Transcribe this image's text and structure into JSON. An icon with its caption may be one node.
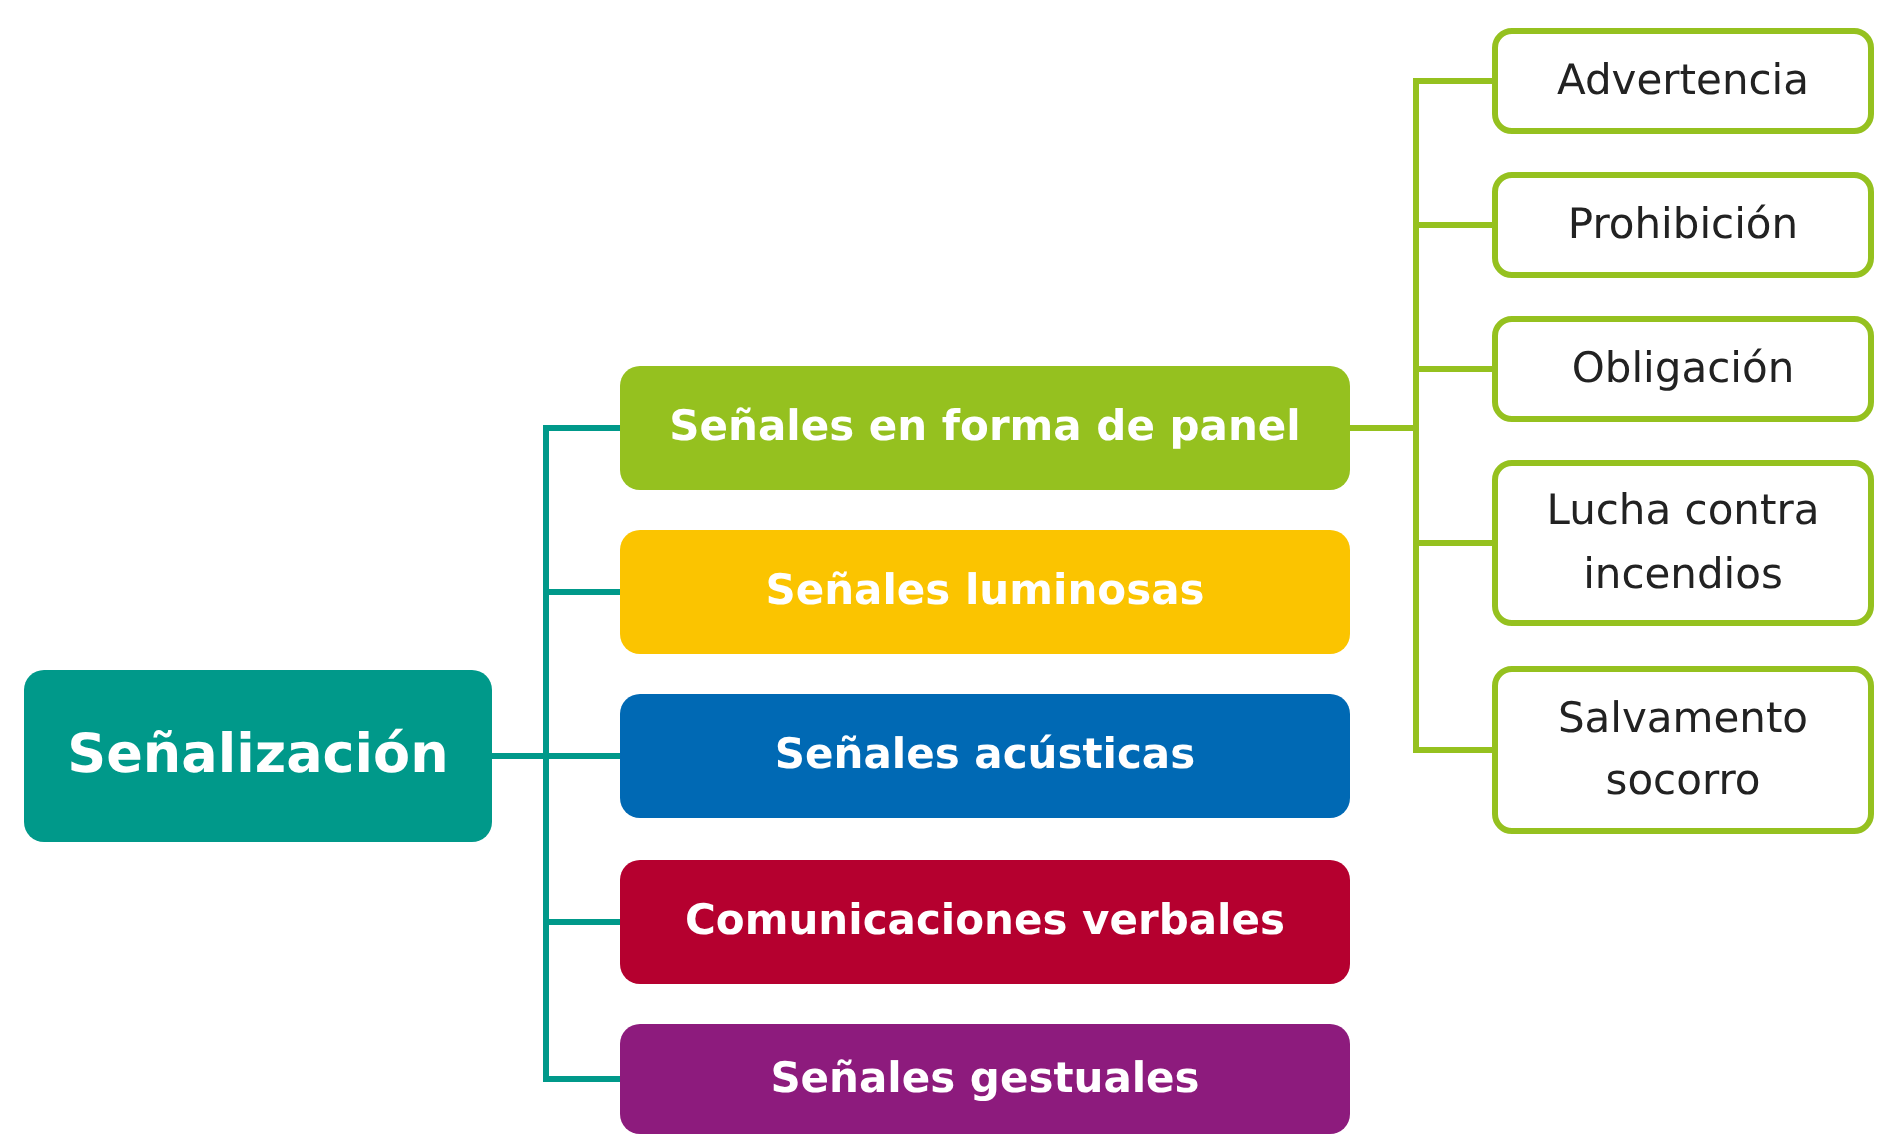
{
  "diagram": {
    "nodes": [
      {
        "text": [
          "Señalización"
        ]
      },
      {
        "text": [
          "Señales en forma de panel"
        ]
      },
      {
        "text": [
          "Señales luminosas"
        ]
      },
      {
        "text": [
          "Señales acústicas"
        ]
      },
      {
        "text": [
          "Comunicaciones verbales"
        ]
      },
      {
        "text": [
          "Señales gestuales"
        ]
      },
      {
        "text": [
          "Advertencia"
        ]
      },
      {
        "text": [
          "Prohibición"
        ]
      },
      {
        "text": [
          "Obligación"
        ]
      },
      {
        "text": [
          "Lucha contra incendios"
        ]
      },
      {
        "text": [
          "Salvamento socorro"
        ]
      }
    ],
    "edges": [
      {
        "from": 0,
        "to": 1,
        "arrow": "none"
      },
      {
        "from": 0,
        "to": 2,
        "arrow": "none"
      },
      {
        "from": 0,
        "to": 3,
        "arrow": "none"
      },
      {
        "from": 0,
        "to": 4,
        "arrow": "none"
      },
      {
        "from": 0,
        "to": 5,
        "arrow": "none"
      },
      {
        "from": 1,
        "to": 6,
        "arrow": "none",
        "color": "#95c11f"
      },
      {
        "from": 1,
        "to": 7,
        "arrow": "none",
        "color": "#95c11f"
      },
      {
        "from": 1,
        "to": 8,
        "arrow": "none",
        "color": "#95c11f"
      },
      {
        "from": 1,
        "to": 9,
        "arrow": "none",
        "color": "#95c11f"
      },
      {
        "from": 1,
        "to": 10,
        "arrow": "none",
        "color": "#95c11f"
      }
    ]
  }
}
